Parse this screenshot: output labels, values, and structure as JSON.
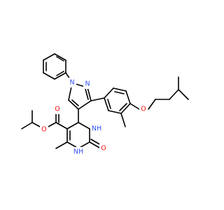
{
  "colors": {
    "background": "#ffffff",
    "bond": "#000000",
    "nitrogen": "#3050f8",
    "oxygen": "#ff0d0d"
  },
  "molecule": {
    "atoms": {
      "n_pyrazole_1": {
        "text": "N",
        "element": "N"
      },
      "n_pyrazole_2": {
        "text": "N",
        "element": "N"
      },
      "nh_pyrimidine_upper": {
        "text": "NH",
        "element": "N"
      },
      "nh_pyrimidine_lower": {
        "text": "NH",
        "element": "N"
      },
      "o_ether": {
        "text": "O",
        "element": "O"
      },
      "o_ester_single": {
        "text": "O",
        "element": "O"
      },
      "o_ester_carbonyl": {
        "text": "O",
        "element": "O"
      },
      "o_urea_carbonyl": {
        "text": "O",
        "element": "O"
      }
    }
  }
}
